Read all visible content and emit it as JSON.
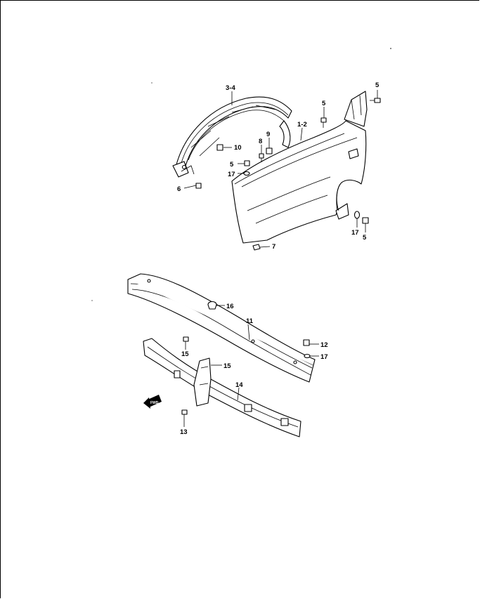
{
  "callouts": [
    {
      "id": "c-3-4",
      "text": "3-4"
    },
    {
      "id": "c-1-2",
      "text": "1-2"
    },
    {
      "id": "c-5a",
      "text": "5"
    },
    {
      "id": "c-5b",
      "text": "5"
    },
    {
      "id": "c-5c",
      "text": "5"
    },
    {
      "id": "c-5d",
      "text": "5"
    },
    {
      "id": "c-6",
      "text": "6"
    },
    {
      "id": "c-7",
      "text": "7"
    },
    {
      "id": "c-8",
      "text": "8"
    },
    {
      "id": "c-9",
      "text": "9"
    },
    {
      "id": "c-10",
      "text": "10"
    },
    {
      "id": "c-17a",
      "text": "17"
    },
    {
      "id": "c-17b",
      "text": "17"
    },
    {
      "id": "c-17c",
      "text": "17"
    },
    {
      "id": "c-16",
      "text": "16"
    },
    {
      "id": "c-11",
      "text": "11"
    },
    {
      "id": "c-12",
      "text": "12"
    },
    {
      "id": "c-15a",
      "text": "15"
    },
    {
      "id": "c-15b",
      "text": "15"
    },
    {
      "id": "c-14",
      "text": "14"
    },
    {
      "id": "c-13",
      "text": "13"
    }
  ],
  "badge": {
    "text": "FWD"
  }
}
